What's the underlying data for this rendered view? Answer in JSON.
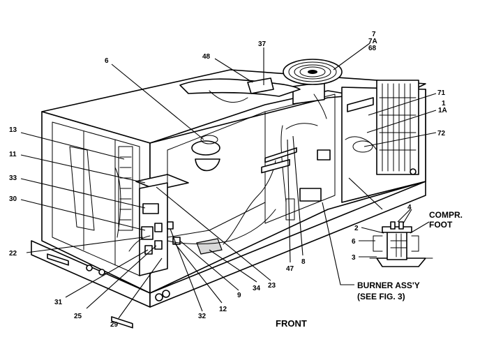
{
  "labels": {
    "c7": "7",
    "c7a": "7A",
    "c68": "68",
    "c37": "37",
    "c48": "48",
    "c6": "6",
    "c71": "71",
    "c1": "1",
    "c1a": "1A",
    "c72": "72",
    "c13": "13",
    "c11": "11",
    "c33": "33",
    "c30": "30",
    "c22": "22",
    "c31": "31",
    "c25": "25",
    "c29": "29",
    "c32": "32",
    "c12": "12",
    "c9": "9",
    "c34": "34",
    "c23": "23",
    "c47": "47",
    "c8": "8",
    "detail_4": "4",
    "detail_2": "2",
    "detail_6": "6",
    "detail_3": "3",
    "compr_foot_line1": "COMPR.",
    "compr_foot_line2": "FOOT",
    "burner_line1": "BURNER ASS'Y",
    "burner_line2": "(SEE FIG. 3)",
    "front": "FRONT"
  }
}
